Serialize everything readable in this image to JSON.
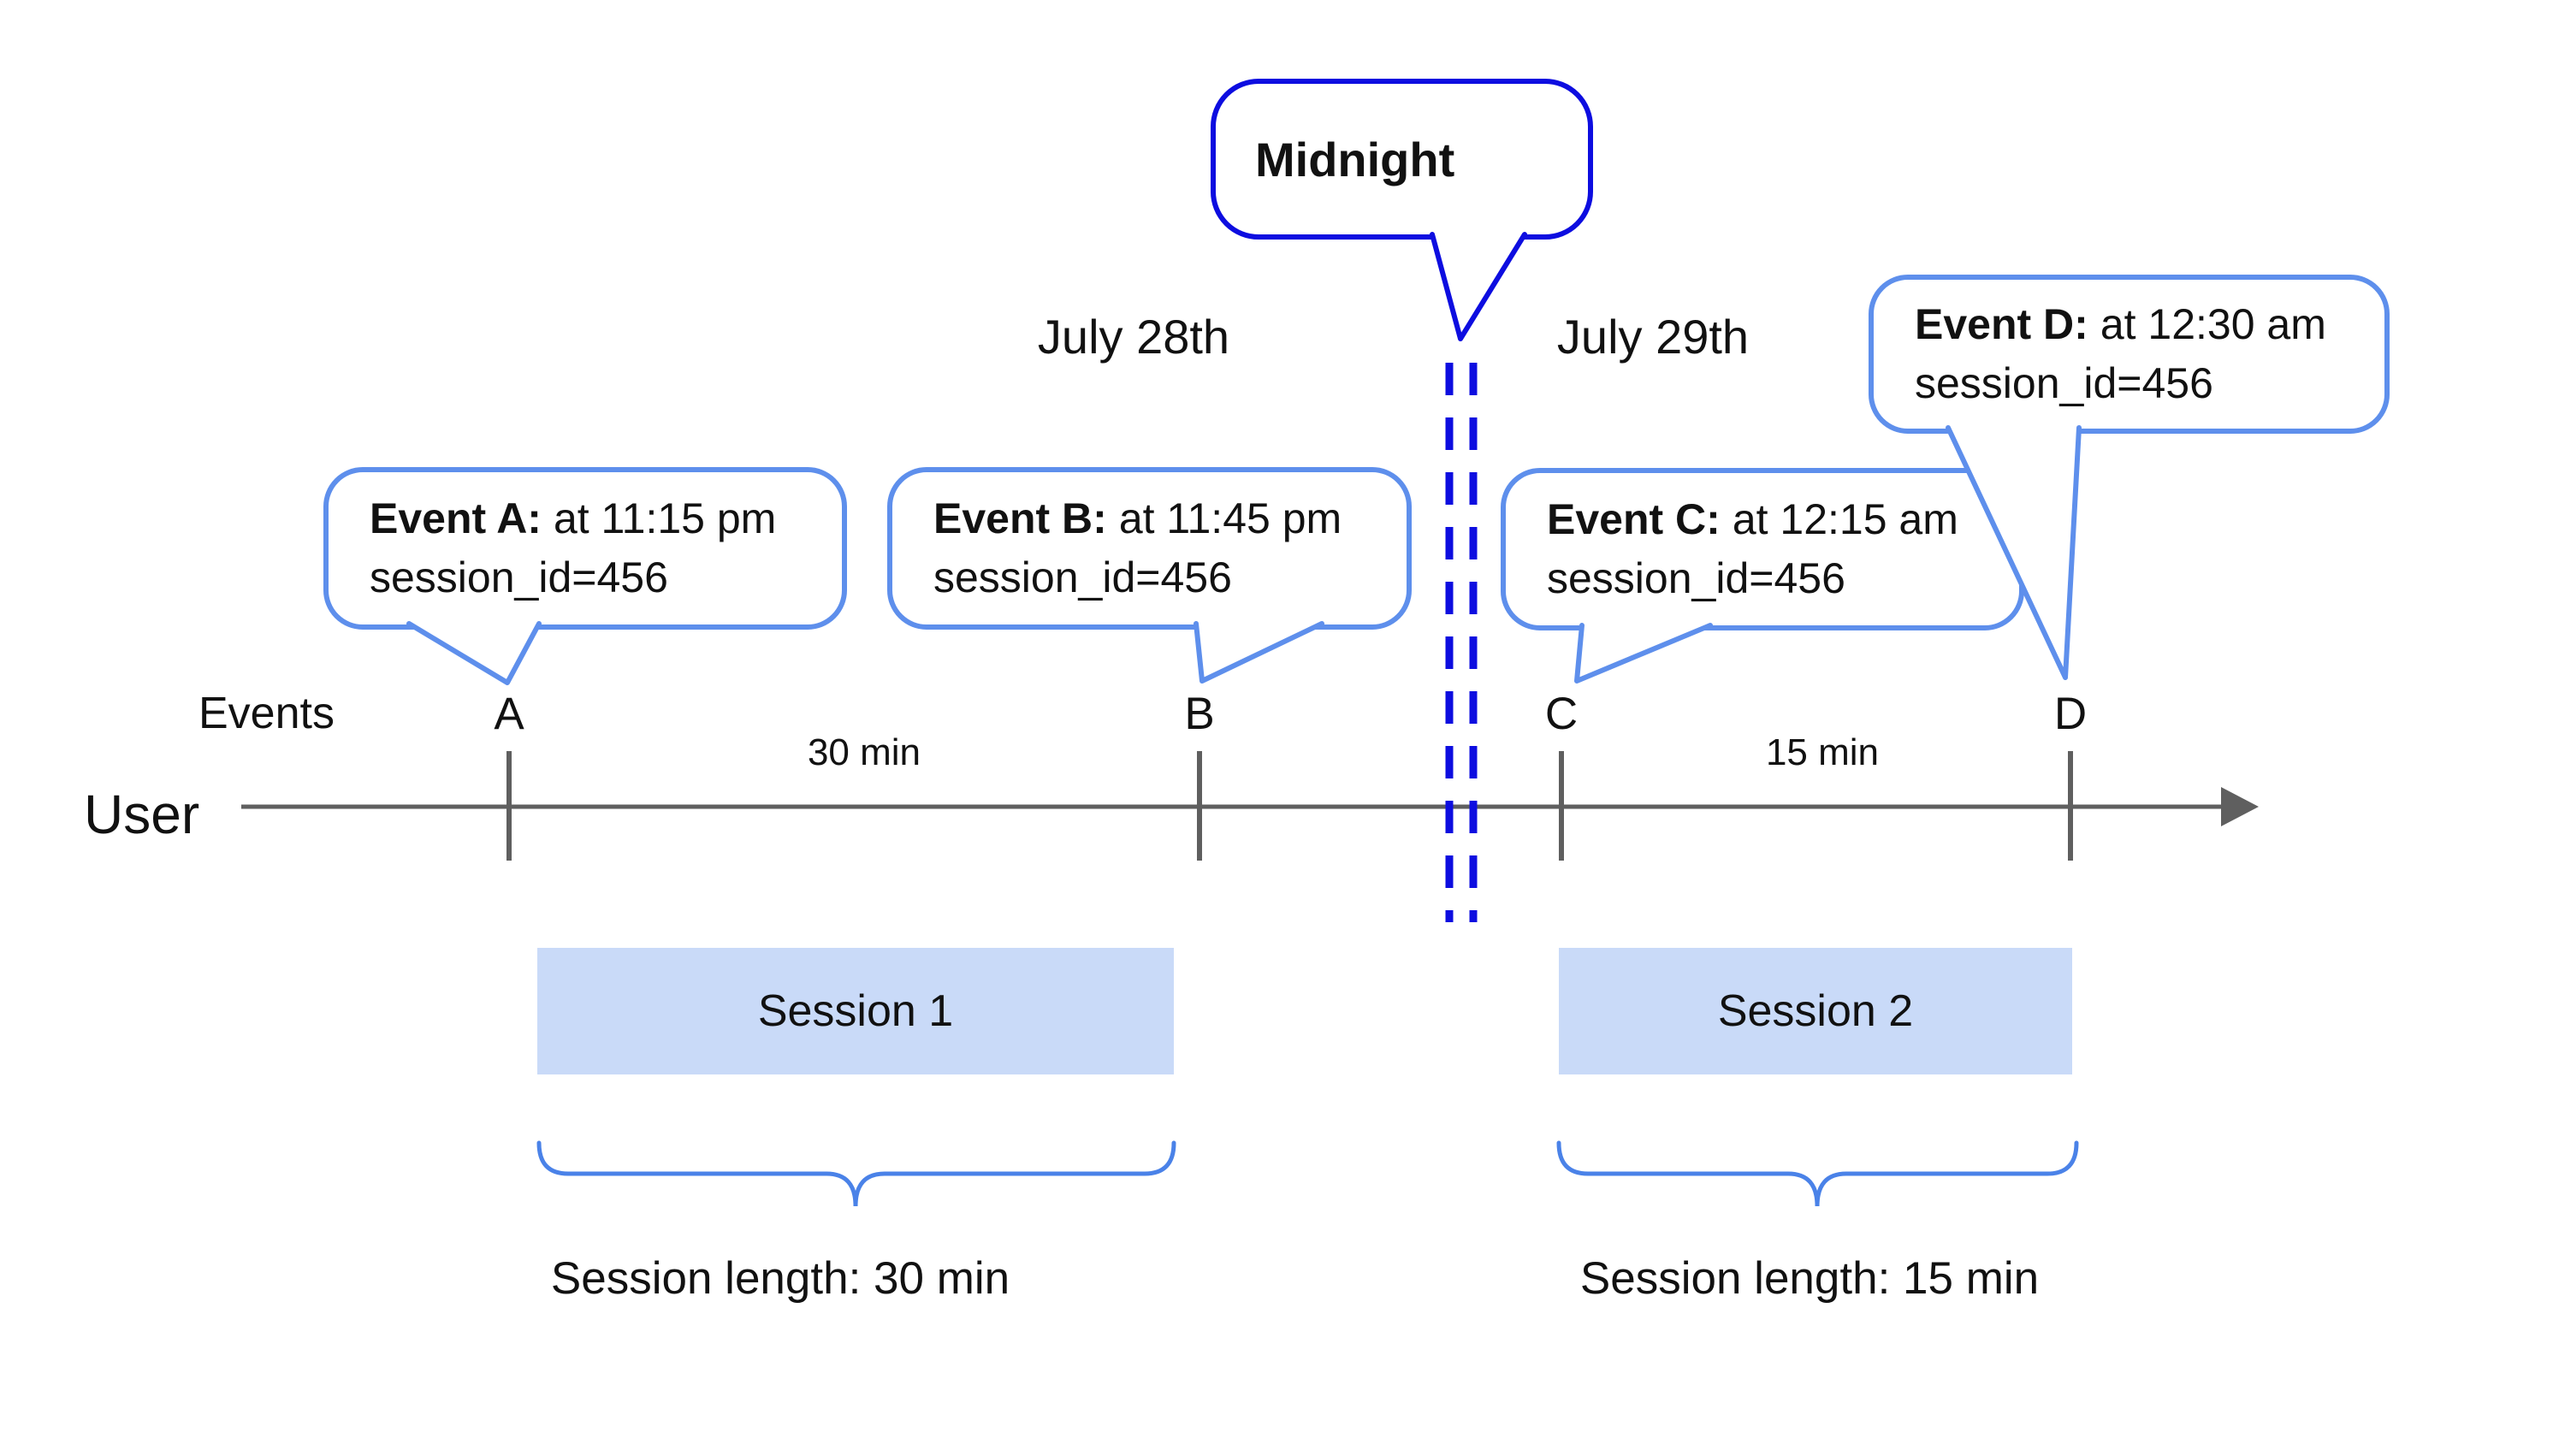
{
  "colors": {
    "accent_blue": "#5e8fec",
    "deep_blue": "#0d0de0",
    "line_gray": "#5f5f5f",
    "session_fill": "#c9daf8",
    "brace_blue": "#4a82e8",
    "ink": "#111111"
  },
  "midnight_callout": {
    "label": "Midnight"
  },
  "dates": {
    "before": "July 28th",
    "after": "July 29th"
  },
  "event_callouts": [
    {
      "id": "A",
      "title": "Event A:",
      "time": "at 11:15 pm",
      "session": "session_id=456"
    },
    {
      "id": "B",
      "title": "Event B:",
      "time": "at 11:45 pm",
      "session": "session_id=456"
    },
    {
      "id": "C",
      "title": "Event C:",
      "time": "at 12:15 am",
      "session": "session_id=456"
    },
    {
      "id": "D",
      "title": "Event D:",
      "time": "at 12:30 am",
      "session": "session_id=456"
    }
  ],
  "timeline": {
    "row_label": "Events",
    "axis_label": "User",
    "markers": [
      "A",
      "B",
      "C",
      "D"
    ],
    "intervals": [
      "30 min",
      "15 min"
    ]
  },
  "sessions": [
    {
      "name": "Session 1",
      "length_label": "Session length: 30 min"
    },
    {
      "name": "Session 2",
      "length_label": "Session length: 15 min"
    }
  ]
}
